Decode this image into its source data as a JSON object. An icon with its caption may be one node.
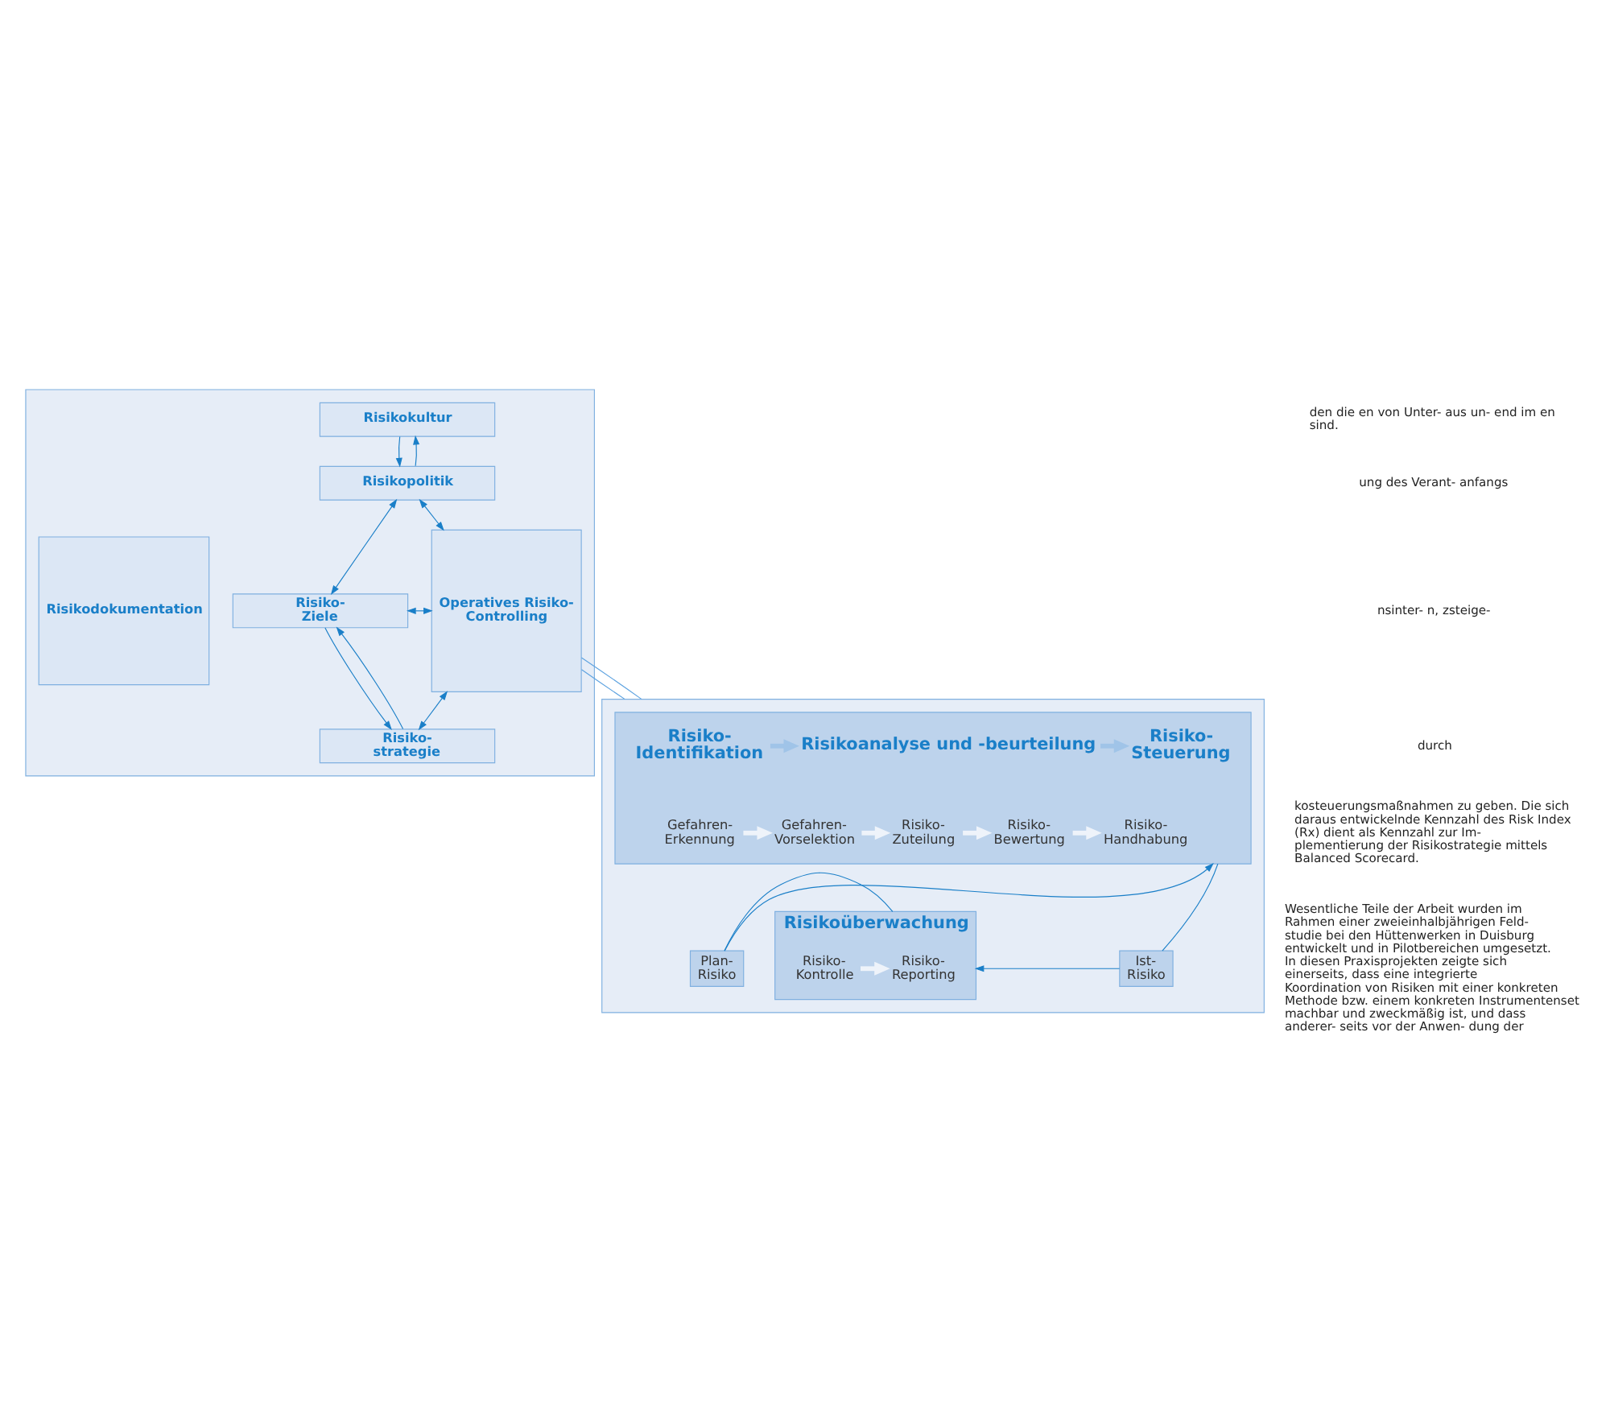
{
  "diagram": {
    "nodes": [
      {
        "text": [],
        "shape": "box"
      },
      {
        "text": [
          "Risikokultur"
        ],
        "in": 0
      },
      {
        "text": [
          "Risikopolitik"
        ],
        "in": 0
      },
      {
        "text": [
          "Risikodokumentation"
        ],
        "in": 0
      },
      {
        "text": [
          "Risiko- Ziele"
        ],
        "in": 0
      },
      {
        "text": [
          "Risiko- strategie"
        ],
        "in": 0
      },
      {
        "text": [
          "Operatives Risiko- Controlling"
        ],
        "in": 0
      },
      {
        "text": [],
        "shape": "box"
      },
      {
        "text": [],
        "shape": "box",
        "in": 7
      },
      {
        "text": [
          "Risiko- Identifikation"
        ],
        "in": 8
      },
      {
        "text": [
          "Risikoanalyse und -beurteilung"
        ],
        "in": 8
      },
      {
        "text": [
          "Risiko- Steuerung"
        ],
        "in": 8
      },
      {
        "text": [
          "Gefahren- Erkennung"
        ],
        "in": 8
      },
      {
        "text": [
          "Gefahren- Vorselektion"
        ],
        "in": 8
      },
      {
        "text": [
          "Risiko- Zuteilung"
        ],
        "in": 8
      },
      {
        "text": [
          "Risiko- Bewertung"
        ],
        "in": 8
      },
      {
        "text": [
          "Risiko- Handhabung"
        ],
        "in": 8
      },
      {
        "text": [
          "Plan- Risiko"
        ],
        "in": 7
      },
      {
        "text": [
          "Risikoüberwachung"
        ],
        "in": 7
      },
      {
        "text": [
          "Risiko- Reporting"
        ],
        "in": 18
      },
      {
        "text": [
          "Risiko- Kontrolle"
        ],
        "in": 18
      },
      {
        "text": [
          "Ist- Risiko"
        ],
        "in": 7
      }
    ],
    "edges": [
      {
        "from": 1,
        "to": 2,
        "arrow": "to"
      },
      {
        "from": 2,
        "to": 1,
        "arrow": "to"
      },
      {
        "from": 2,
        "to": 4,
        "arrow": "both"
      },
      {
        "from": 2,
        "to": 6,
        "arrow": "both"
      },
      {
        "from": 4,
        "to": 6,
        "arrow": "both"
      },
      {
        "from": 5,
        "to": 6,
        "arrow": "both"
      },
      {
        "from": 4,
        "to": 5,
        "arrow": "to"
      },
      {
        "from": 5,
        "to": 4,
        "arrow": "to"
      },
      {
        "from": 6,
        "to": 7,
        "arrow": "none",
        "color": "#5ea3e0"
      },
      {
        "from": 6,
        "to": 7,
        "arrow": "none",
        "color": "#5ea3e0"
      },
      {
        "from": 9,
        "to": 10,
        "arrow": "to",
        "style": "thick",
        "color": "#a0c4e8"
      },
      {
        "from": 10,
        "to": 11,
        "arrow": "to",
        "style": "thick",
        "color": "#a0c4e8"
      },
      {
        "from": 12,
        "to": 13,
        "arrow": "to",
        "style": "thick",
        "color": "#eef3fa"
      },
      {
        "from": 13,
        "to": 14,
        "arrow": "to",
        "style": "thick",
        "color": "#eef3fa"
      },
      {
        "from": 14,
        "to": 15,
        "arrow": "to",
        "style": "thick",
        "color": "#eef3fa"
      },
      {
        "from": 15,
        "to": 16,
        "arrow": "to",
        "style": "thick",
        "color": "#eef3fa"
      },
      {
        "from": 8,
        "to": 21,
        "arrow": "none"
      },
      {
        "from": 21,
        "to": 18,
        "arrow": "to"
      },
      {
        "from": 18,
        "to": 17,
        "arrow": "none"
      },
      {
        "from": 17,
        "to": 8,
        "arrow": "to"
      },
      {
        "from": 20,
        "to": 19,
        "arrow": "to",
        "style": "thick",
        "color": "#eef3fa"
      }
    ],
    "labels": [
      "den die en von Unter- aus un- end im en sind.",
      "ung des Verant- anfangs",
      "nsinter- n, zsteige-",
      "durch",
      "kosteuerungsmaßnahmen zu geben. Die sich daraus entwickelnde Kennzahl des Risk Index (Rx) dient als Kennzahl zur Im- plementierung der Risikostrategie mittels Balanced Scorecard.",
      "Wesentliche Teile der Arbeit wurden im Rahmen einer zweieinhalbjährigen Feld- studie bei den Hüttenwerken in Duisburg entwickelt und in Pilotbereichen umgesetzt. In diesen Praxisprojekten zeigte sich einerseits, dass eine integrierte Koordination von Risiken mit einer konkreten Methode bzw. einem konkreten Instrumentenset machbar und zweckmäßig ist, und dass anderer- seits vor der Anwen- dung der"
    ]
  }
}
